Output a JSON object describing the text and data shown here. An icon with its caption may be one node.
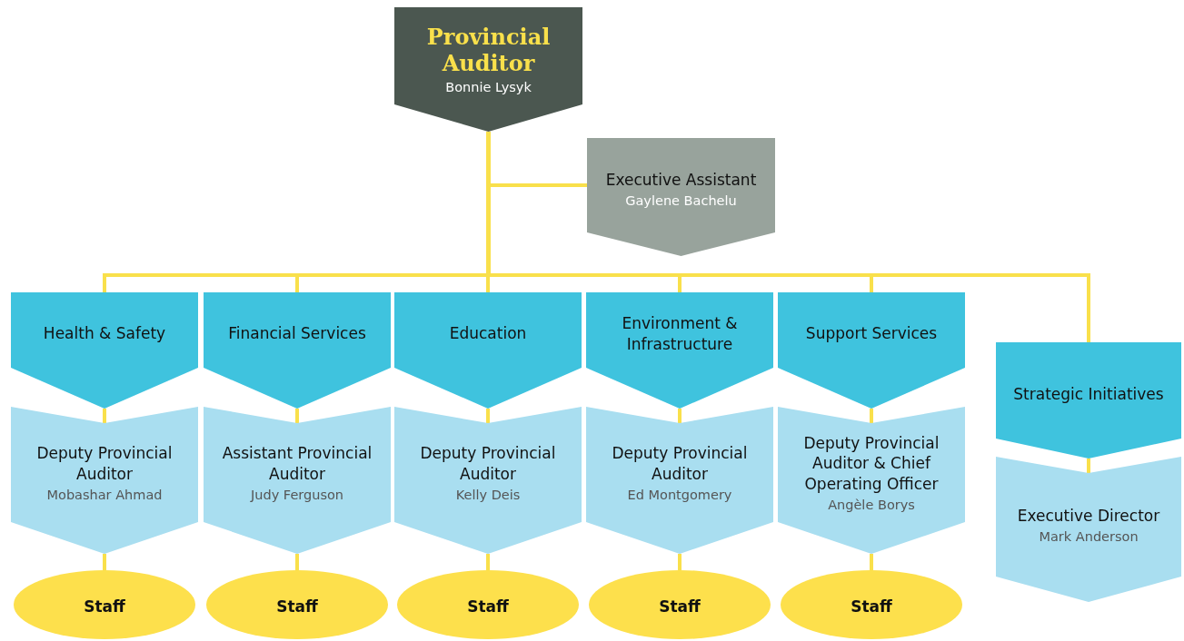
{
  "diagram": {
    "nodes": [
      {
        "text": [
          "Provincial Auditor",
          "Bonnie Lysyk"
        ]
      },
      {
        "text": [
          "Executive Assistant",
          "Gaylene Bachelu"
        ]
      },
      {
        "text": [
          "Health & Safety"
        ]
      },
      {
        "text": [
          "Deputy Provincial Auditor",
          "Mobashar Ahmad"
        ]
      },
      {
        "text": [
          "Staff"
        ]
      },
      {
        "text": [
          "Financial Services"
        ]
      },
      {
        "text": [
          "Assistant Provincial Auditor",
          "Judy Ferguson"
        ]
      },
      {
        "text": [
          "Staff"
        ]
      },
      {
        "text": [
          "Education"
        ]
      },
      {
        "text": [
          "Deputy Provincial Auditor",
          "Kelly Deis"
        ]
      },
      {
        "text": [
          "Staff"
        ]
      },
      {
        "text": [
          "Environment & Infrastructure"
        ]
      },
      {
        "text": [
          "Deputy Provincial Auditor",
          "Ed Montgomery"
        ]
      },
      {
        "text": [
          "Staff"
        ]
      },
      {
        "text": [
          "Support Services"
        ]
      },
      {
        "text": [
          "Deputy Provincial Auditor & Chief Operating Officer",
          "Angèle Borys"
        ]
      },
      {
        "text": [
          "Staff"
        ]
      },
      {
        "text": [
          "Strategic Initiatives"
        ]
      },
      {
        "text": [
          "Executive Director",
          "Mark Anderson"
        ]
      }
    ],
    "edges": [
      {
        "from": 0,
        "to": 1,
        "arrow": "none"
      },
      {
        "from": 0,
        "to": 2,
        "arrow": "none"
      },
      {
        "from": 0,
        "to": 5,
        "arrow": "none"
      },
      {
        "from": 0,
        "to": 8,
        "arrow": "none"
      },
      {
        "from": 0,
        "to": 11,
        "arrow": "none"
      },
      {
        "from": 0,
        "to": 14,
        "arrow": "none"
      },
      {
        "from": 0,
        "to": 17,
        "arrow": "none"
      },
      {
        "from": 2,
        "to": 3,
        "arrow": "none"
      },
      {
        "from": 3,
        "to": 4,
        "arrow": "none"
      },
      {
        "from": 5,
        "to": 6,
        "arrow": "none"
      },
      {
        "from": 6,
        "to": 7,
        "arrow": "none"
      },
      {
        "from": 8,
        "to": 9,
        "arrow": "none"
      },
      {
        "from": 9,
        "to": 10,
        "arrow": "none"
      },
      {
        "from": 11,
        "to": 12,
        "arrow": "none"
      },
      {
        "from": 12,
        "to": 13,
        "arrow": "none"
      },
      {
        "from": 14,
        "to": 15,
        "arrow": "none"
      },
      {
        "from": 15,
        "to": 16,
        "arrow": "none"
      },
      {
        "from": 17,
        "to": 18,
        "arrow": "none"
      }
    ]
  }
}
